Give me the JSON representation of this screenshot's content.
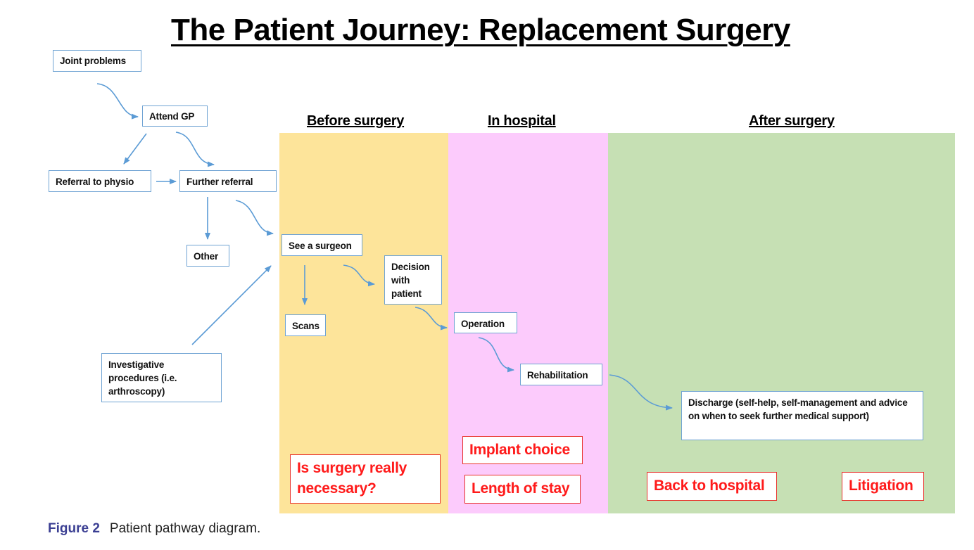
{
  "title": "The Patient Journey: Replacement Surgery",
  "phases": [
    {
      "label": "Before surgery",
      "color": "#fde49a"
    },
    {
      "label": "In hospital",
      "color": "#fccbfc"
    },
    {
      "label": "After surgery",
      "color": "#c6e0b4"
    }
  ],
  "nodes": {
    "joint_problems": "Joint problems",
    "attend_gp": "Attend GP",
    "referral_physio": "Referral to physio",
    "further_referral": "Further referral",
    "other": "Other",
    "investigative": "Investigative procedures (i.e. arthroscopy)",
    "see_surgeon": "See a surgeon",
    "scans": "Scans",
    "decision": "Decision with patient",
    "operation": "Operation",
    "rehabilitation": "Rehabilitation",
    "discharge": "Discharge (self-help, self-management and advice on when to seek further medical support)"
  },
  "issues": {
    "surgery_necessary": "Is surgery really necessary?",
    "implant_choice": "Implant choice",
    "length_of_stay": "Length of stay",
    "back_to_hospital": "Back to hospital",
    "litigation": "Litigation"
  },
  "colors": {
    "node_border": "#6fa3d3",
    "arrow": "#5b9bd5",
    "issue_border": "#e8312b",
    "issue_text": "#ff1a1a"
  },
  "caption": {
    "label": "Figure 2",
    "text": "Patient pathway diagram."
  }
}
